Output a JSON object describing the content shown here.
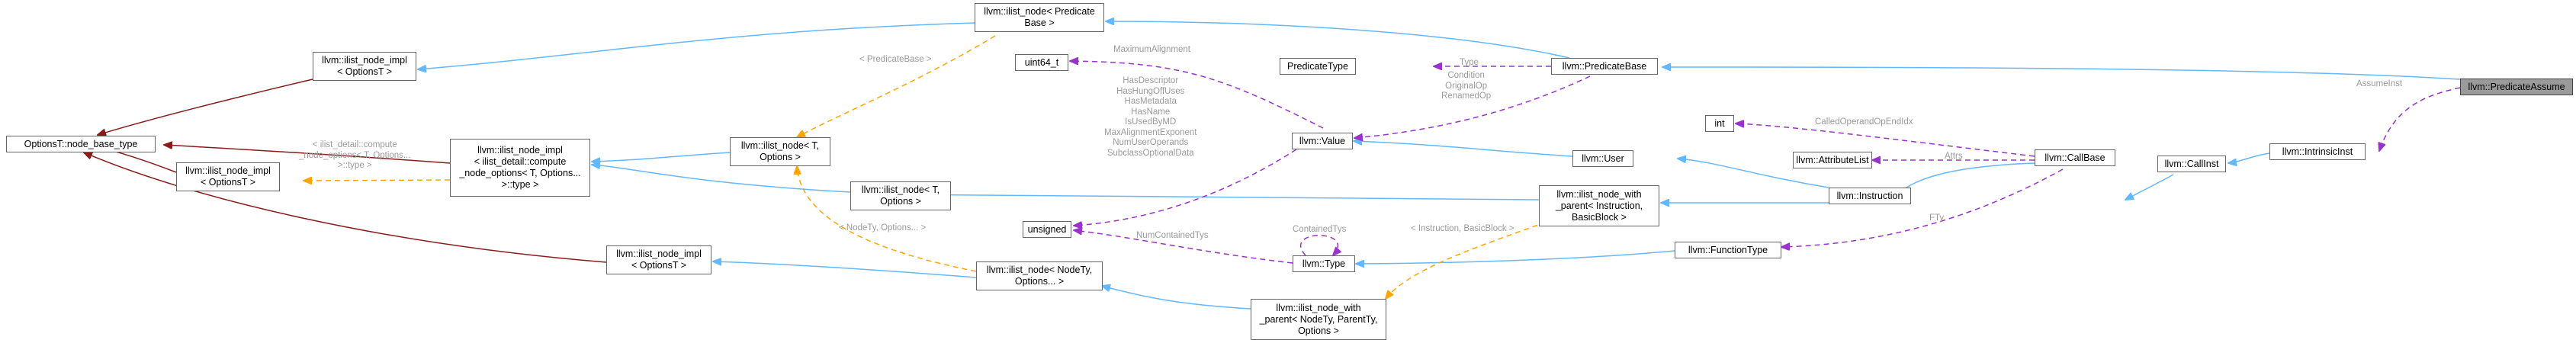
{
  "colors": {
    "inheritance": "#63b8ff",
    "usage": "#9a32cd",
    "template": "#ffa500",
    "private": "#8b1a1a",
    "node_border": "#666666",
    "highlight_fill": "#9a9a9a",
    "label_text": "#9a9a9a"
  },
  "nodes": {
    "predicate_assume": "llvm::PredicateAssume",
    "intrinsic_inst": "llvm::IntrinsicInst",
    "call_inst": "llvm::CallInst",
    "call_base": "llvm::CallBase",
    "instruction": "llvm::Instruction",
    "user": "llvm::User",
    "value": "llvm::Value",
    "type": "llvm::Type",
    "function_type": "llvm::FunctionType",
    "attribute_list": "llvm::AttributeList",
    "int": "int",
    "unsigned": "unsigned",
    "uint64": "uint64_t",
    "predicate_type": "PredicateType",
    "predicate_base": "llvm::PredicateBase",
    "ilist_node_predicate_base": [
      "llvm::ilist_node< Predicate",
      "Base >"
    ],
    "ilist_node_impl_top": [
      "llvm::ilist_node_impl",
      "< OptionsT >"
    ],
    "options_node_base": "OptionsT::node_base_type",
    "ilist_node_impl_mid": [
      "llvm::ilist_node_impl",
      "< OptionsT >"
    ],
    "ilist_node_impl_compute": [
      "llvm::ilist_node_impl",
      "< ilist_detail::compute",
      "_node_options< T, Options...",
      ">::type >"
    ],
    "ilist_node_t_options_top": [
      "llvm::ilist_node< T,",
      "Options >"
    ],
    "ilist_node_t_options_mid": [
      "llvm::ilist_node< T,",
      "Options >"
    ],
    "ilist_node_with_parent_instruction": [
      "llvm::ilist_node_with",
      "_parent< Instruction,",
      "BasicBlock >"
    ],
    "ilist_node_impl_bottom": [
      "llvm::ilist_node_impl",
      "< OptionsT >"
    ],
    "ilist_node_nodety": [
      "llvm::ilist_node< NodeTy,",
      "Options... >"
    ],
    "ilist_node_with_parent_generic": [
      "llvm::ilist_node_with",
      "_parent< NodeTy, ParentTy,",
      "Options >"
    ]
  },
  "edge_labels": {
    "assumeinst": "AssumeInst",
    "called_operand": "CalledOperandOpEndIdx",
    "attrs": "Attrs",
    "fty": "FTy",
    "type_label": "Type",
    "value_members": [
      "Condition",
      "OriginalOp",
      "RenamedOp"
    ],
    "max_alignment": "MaximumAlignment",
    "unsigned_members": [
      "HasDescriptor",
      "HasHungOffUses",
      "HasMetadata",
      "HasName",
      "IsUsedByMD",
      "MaxAlignmentExponent",
      "NumUserOperands",
      "SubclassOptionalData"
    ],
    "num_contained_tys": "NumContainedTys",
    "contained_tys": "ContainedTys",
    "predicate_base_tmpl": "< PredicateBase >",
    "ilist_detail_tmpl": [
      "< ilist_detail::compute",
      "_node_options< T, Options...",
      ">::type >"
    ],
    "nodety_tmpl": "< NodeTy, Options... >",
    "instruction_bb_tmpl": "< Instruction, BasicBlock >"
  }
}
